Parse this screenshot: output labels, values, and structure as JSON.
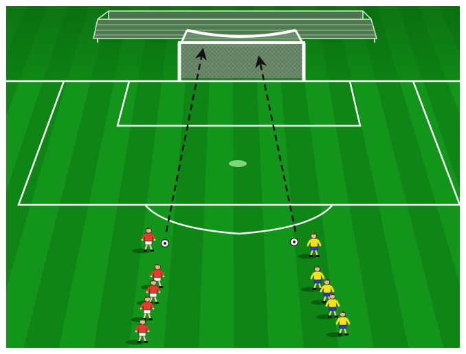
{
  "colors": {
    "grass_dark": "#0b7a12",
    "grass_light": "#17a11f",
    "sky_top": "#0a6a0f",
    "line": "#ffffff",
    "goal_net": "#6a8a6a",
    "stand": "#5f8a5f",
    "red_team_shirt": "#e53b2e",
    "red_team_shorts": "#ffffff",
    "yellow_team_shirt": "#f2e21b",
    "yellow_team_shorts": "#2a36c9",
    "arrow": "#111111",
    "ball": "#ffffff"
  },
  "drill": {
    "teams": [
      {
        "name": "red",
        "players": 5
      },
      {
        "name": "yellow",
        "players": 5
      }
    ],
    "balls": 2,
    "shots_to_goal": 2
  }
}
